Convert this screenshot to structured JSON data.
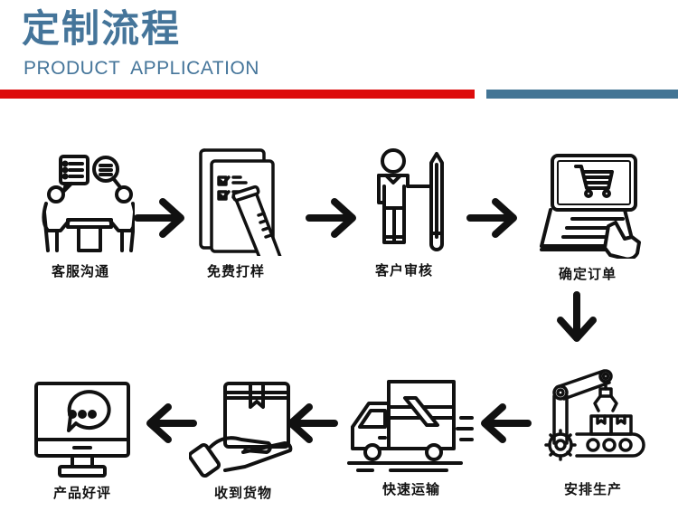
{
  "header": {
    "title": "定制流程",
    "subtitle": "PRODUCT  APPLICATION"
  },
  "colors": {
    "title": "#45759a",
    "red_bar": "#dd0c0c",
    "blue_bar": "#437595",
    "icons": "#111111"
  },
  "steps": [
    {
      "label": "客服沟通",
      "icon": "customer-service-meeting-icon"
    },
    {
      "label": "免费打样",
      "icon": "sample-document-test-tube-icon"
    },
    {
      "label": "客户审核",
      "icon": "person-with-pencil-icon"
    },
    {
      "label": "确定订单",
      "icon": "laptop-cart-order-icon"
    },
    {
      "label": "安排生产",
      "icon": "factory-robot-arm-icon"
    },
    {
      "label": "快速运输",
      "icon": "delivery-truck-icon"
    },
    {
      "label": "收到货物",
      "icon": "hand-receiving-box-icon"
    },
    {
      "label": "产品好评",
      "icon": "monitor-chat-review-icon"
    }
  ],
  "flow": [
    "客服沟通",
    "免费打样",
    "客户审核",
    "确定订单",
    "安排生产",
    "快速运输",
    "收到货物",
    "产品好评"
  ]
}
